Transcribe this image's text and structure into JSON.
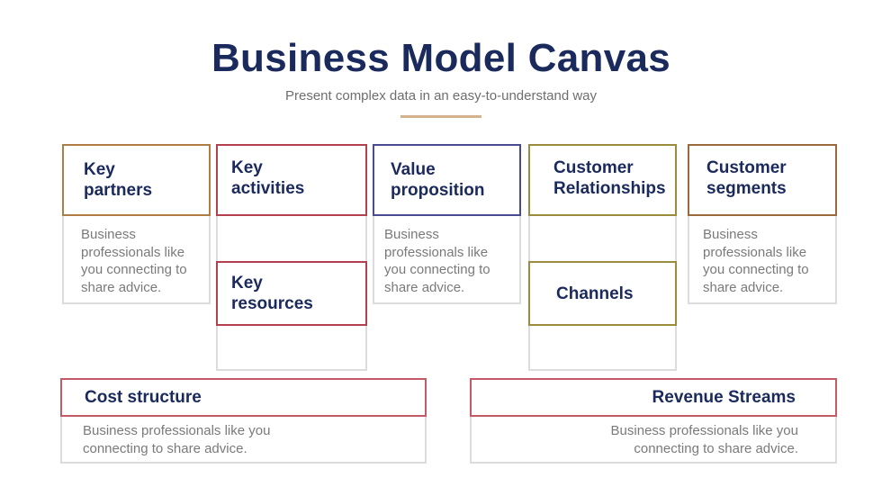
{
  "header": {
    "title": "Business Model Canvas",
    "subtitle": "Present complex data in an easy-to-understand way"
  },
  "colors": {
    "title": "#1b2a5c",
    "key_partners_border": "#b07c45",
    "key_activities_border": "#b3404f",
    "key_resources_border": "#b3404f",
    "value_proposition_border": "#474b8f",
    "customer_relationships_border": "#9a8c3c",
    "channels_border": "#9a8c3c",
    "customer_segments_border": "#9a6a3c",
    "cost_structure_border": "#c45a66",
    "revenue_streams_border": "#c45a66",
    "body_border": "#dcdcdc",
    "description_text": "#7a7a7a",
    "accent_rule": "#d4b28c"
  },
  "blocks": {
    "key_partners": {
      "title_line1": "Key",
      "title_line2": "partners",
      "description": "Business professionals like you connecting to share advice."
    },
    "key_activities": {
      "title_line1": "Key",
      "title_line2": "activities"
    },
    "key_resources": {
      "title_line1": "Key",
      "title_line2": "resources"
    },
    "value_proposition": {
      "title_line1": "Value",
      "title_line2": "proposition",
      "description": "Business professionals like you connecting to share advice."
    },
    "customer_relationships": {
      "title_line1": "Customer",
      "title_line2": "Relationships"
    },
    "channels": {
      "title": "Channels"
    },
    "customer_segments": {
      "title_line1": "Customer",
      "title_line2": "segments",
      "description": "Business professionals like you connecting to share advice."
    },
    "cost_structure": {
      "title": "Cost structure",
      "description": "Business professionals like you connecting to share advice."
    },
    "revenue_streams": {
      "title": "Revenue Streams",
      "description": "Business professionals like you connecting to share advice."
    }
  }
}
